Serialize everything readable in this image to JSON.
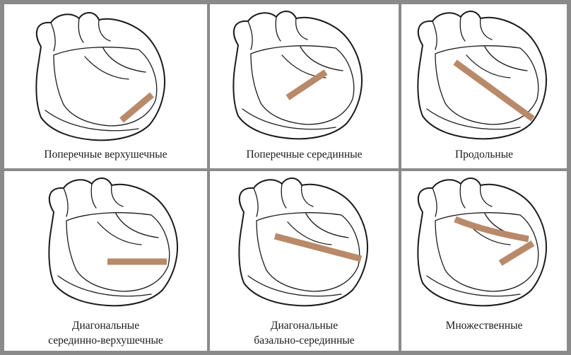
{
  "colors": {
    "cut_line": "#b88a6a",
    "grid_border": "#8a8a8a",
    "ink": "#1a1a1a"
  },
  "panels": [
    {
      "label_lines": [
        "Поперечные верхушечные"
      ],
      "cut_type": "transverse-apical"
    },
    {
      "label_lines": [
        "Поперечные серединные"
      ],
      "cut_type": "transverse-middle"
    },
    {
      "label_lines": [
        "Продольные"
      ],
      "cut_type": "longitudinal"
    },
    {
      "label_lines": [
        "Диагональные",
        "серединно-верхушечные"
      ],
      "cut_type": "diagonal-mid-apical"
    },
    {
      "label_lines": [
        "Диагональные",
        "базально-серединные"
      ],
      "cut_type": "diagonal-basal-mid"
    },
    {
      "label_lines": [
        "Множественные"
      ],
      "cut_type": "multiple"
    }
  ]
}
